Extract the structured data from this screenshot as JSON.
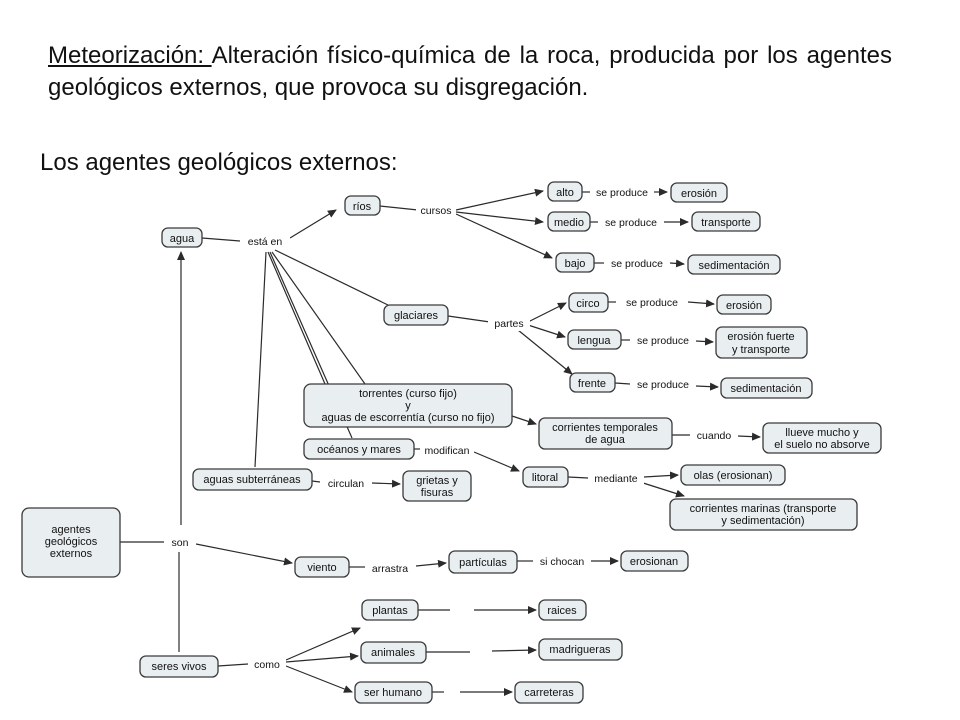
{
  "heading": {
    "term": "Meteorización: ",
    "definition": "Alteración físico-química de la roca, producida por los agentes geológicos externos, que provoca su disgregación."
  },
  "subheading": "Los agentes geológicos externos:",
  "nodes": {
    "agua": "agua",
    "rios": "ríos",
    "alto": "alto",
    "medio": "medio",
    "bajo": "bajo",
    "erosion1": "erosión",
    "transporte": "transporte",
    "sedimentacion1": "sedimentación",
    "glaciares": "glaciares",
    "circo": "circo",
    "lengua": "lengua",
    "frente": "frente",
    "erosion2": "erosión",
    "erosion_fuerte": [
      "erosión fuerte",
      "y transporte"
    ],
    "sedimentacion2": "sedimentación",
    "torrentes": [
      "torrentes (curso fijo)",
      "y",
      "aguas de escorrentía (curso no fijo)"
    ],
    "corrientes_temporales": [
      "corrientes temporales",
      "de agua"
    ],
    "llueve": [
      "llueve mucho y",
      "el suelo no absorve"
    ],
    "oceanos": "océanos y mares",
    "litoral": "litoral",
    "olas": "olas (erosionan)",
    "corrientes_marinas": [
      "corrientes marinas (transporte",
      "y sedimentación)"
    ],
    "aguas_subterraneas": "aguas subterráneas",
    "grietas": [
      "grietas y",
      "fisuras"
    ],
    "agentes": [
      "agentes",
      "geológicos",
      "externos"
    ],
    "viento": "viento",
    "particulas": "partículas",
    "erosionan": "erosionan",
    "seres_vivos": "seres vivos",
    "plantas": "plantas",
    "raices": "raices",
    "animales": "animales",
    "madrigueras": "madrigueras",
    "ser_humano": "ser humano",
    "carreteras": "carreteras"
  },
  "links": {
    "esta_en": "está en",
    "cursos": "cursos",
    "se_produce": "se produce",
    "partes": "partes",
    "cuando": "cuando",
    "modifican": "modifican",
    "mediante": "mediante",
    "circulan": "circulan",
    "son": "son",
    "arrastra": "arrastra",
    "si_chocan": "si chocan",
    "como": "como"
  }
}
